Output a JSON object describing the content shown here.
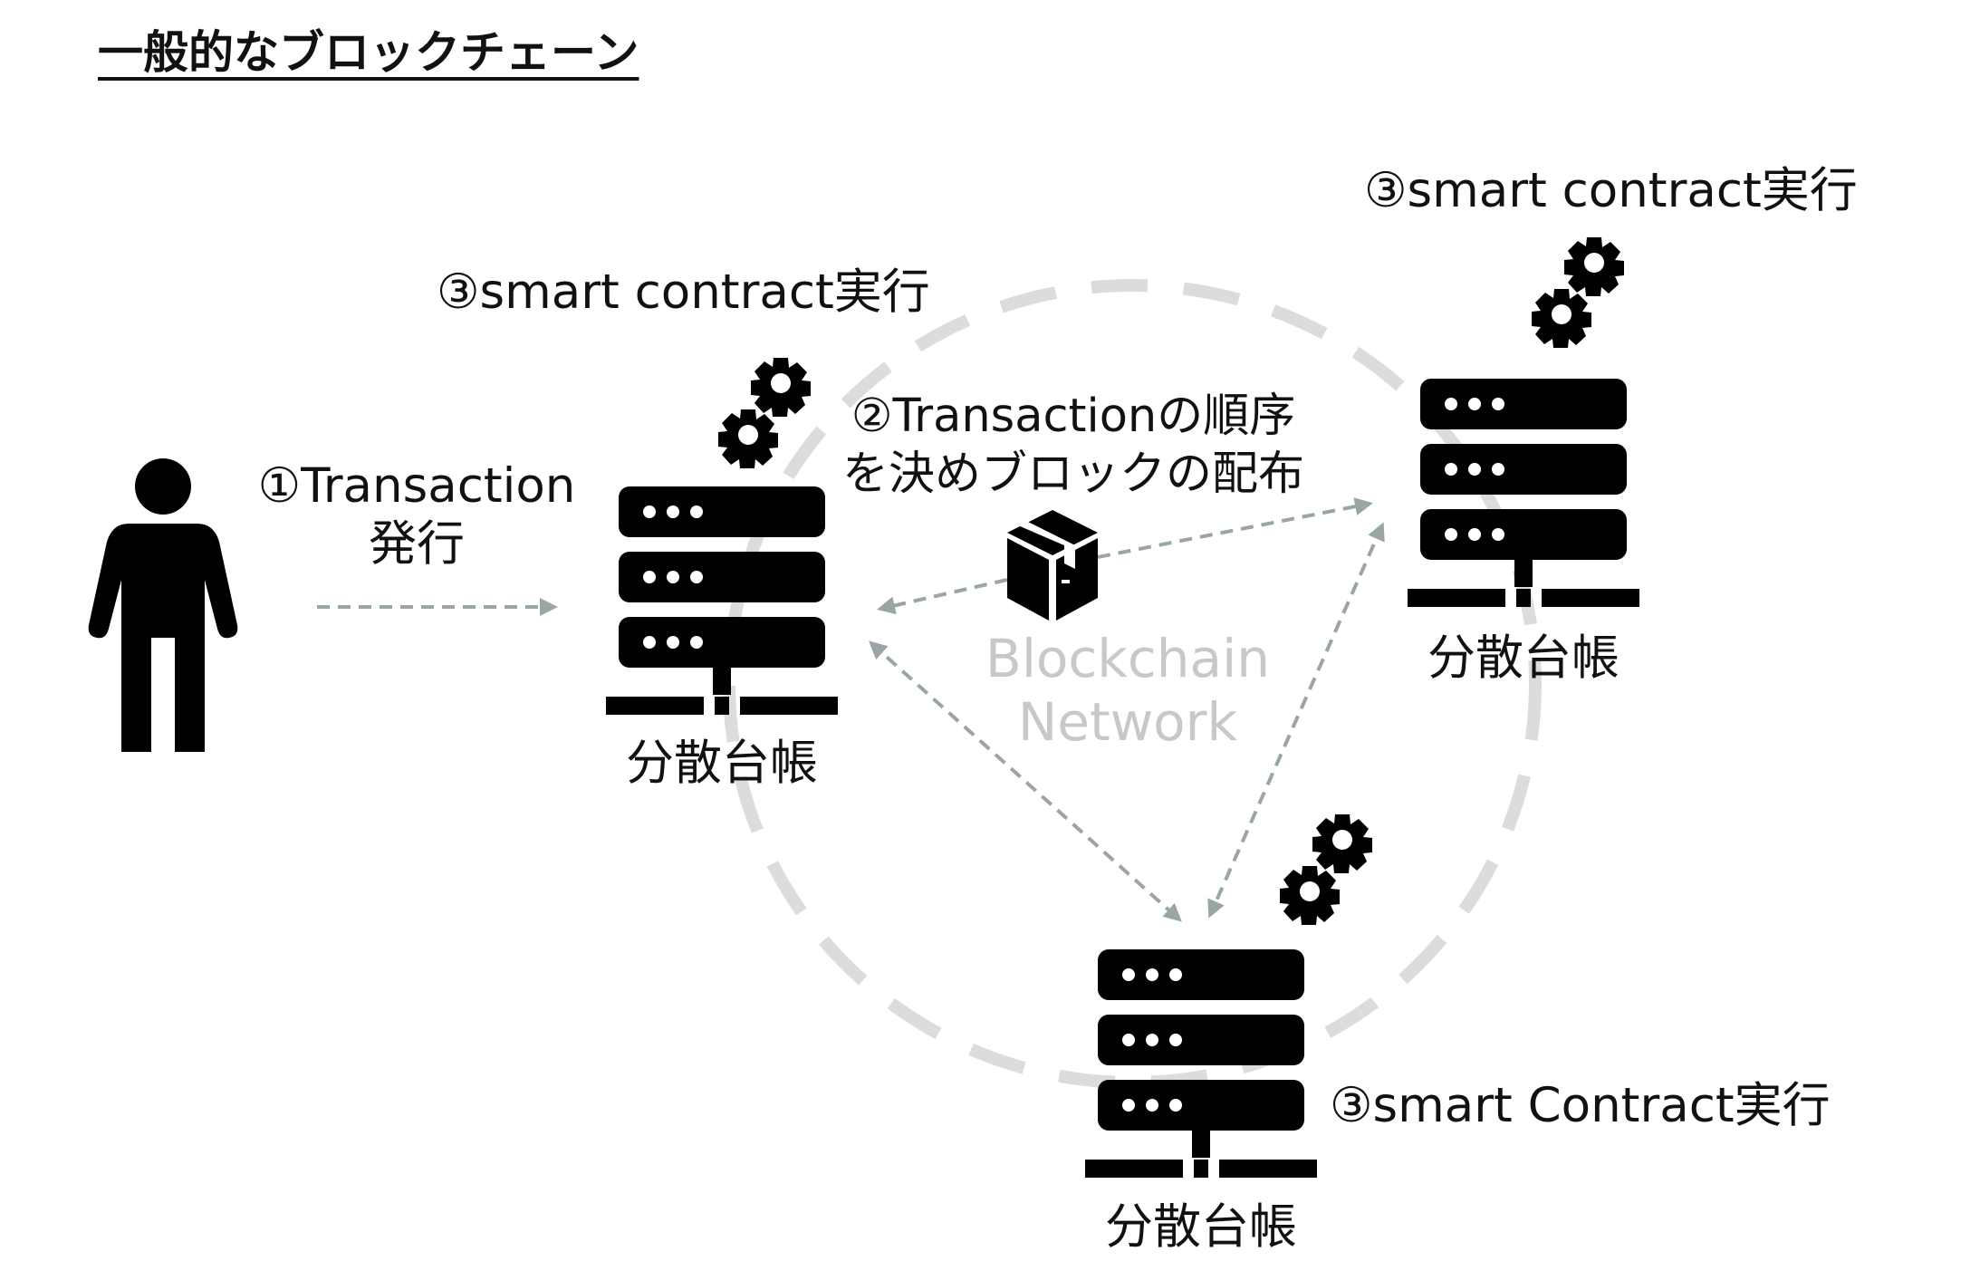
{
  "title": "一般的なブロックチェーン",
  "step1": {
    "line1": "①Transaction",
    "line2": "発行"
  },
  "step2": {
    "line1": "②Transactionの順序",
    "line2": "を決めブロックの配布"
  },
  "network_label": {
    "line1": "Blockchain",
    "line2": "Network"
  },
  "nodes": [
    {
      "ledger_label": "分散台帳",
      "contract_label": "③smart contract実行"
    },
    {
      "ledger_label": "分散台帳",
      "contract_label": "③smart contract実行"
    },
    {
      "ledger_label": "分散台帳",
      "contract_label": "③smart  Contract実行"
    }
  ],
  "colors": {
    "arrow": "#9aa6a6",
    "ring": "#dcdcdc",
    "icon": "#000000",
    "network_text": "#c8c8c8"
  },
  "icons": {
    "person": "person-icon",
    "server": "server-icon",
    "gear": "gear-icon",
    "block": "package-box-icon"
  }
}
